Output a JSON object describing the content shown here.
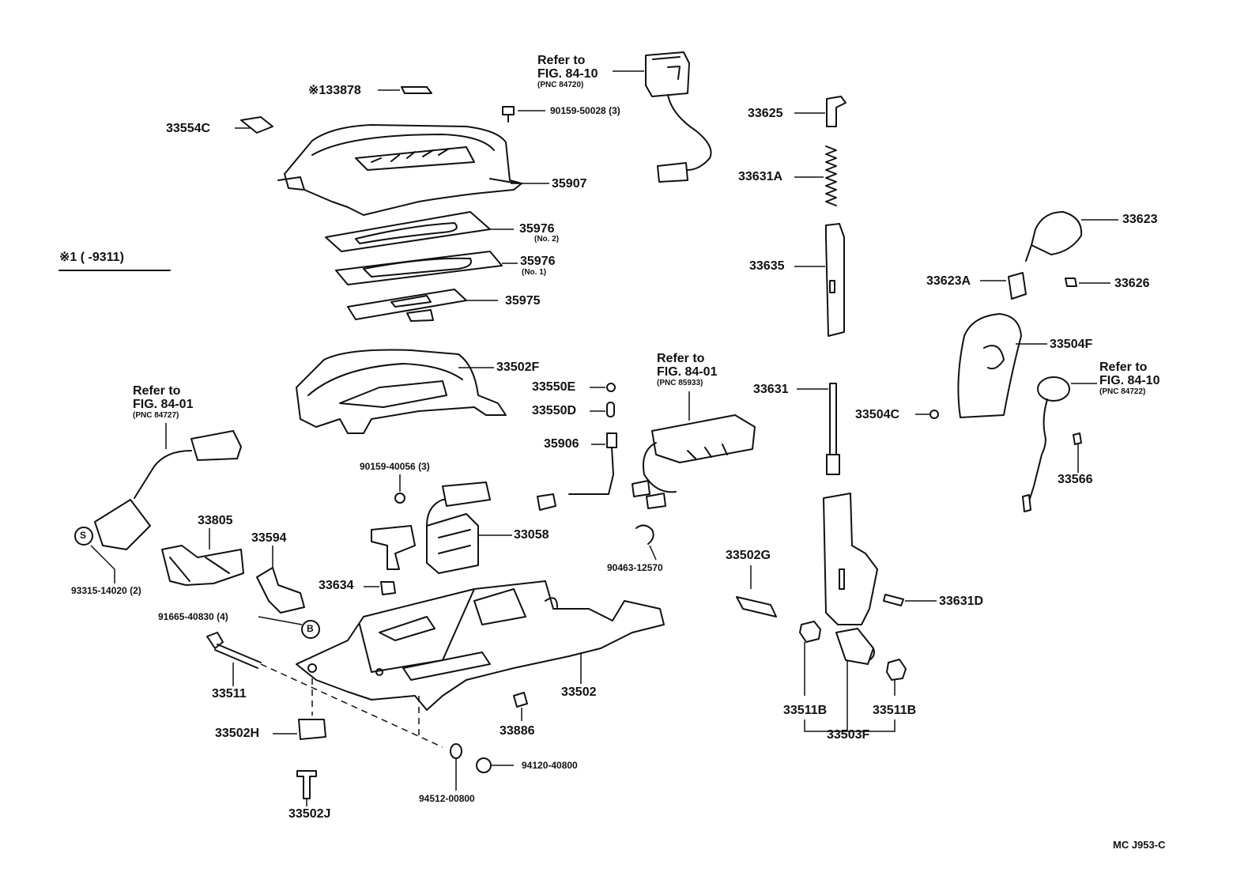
{
  "diagram": {
    "code": "MC  J953-C",
    "note": "※1 (       -9311)",
    "labels": {
      "p133878": "※133878",
      "p33554C": "33554C",
      "p9015950028": "90159-50028 (3)",
      "p35907": "35907",
      "p35976_2": "35976",
      "p35976_2_sub": "(No. 2)",
      "p35976_1": "35976",
      "p35976_1_sub": "(No. 1)",
      "p35975": "35975",
      "p33502F": "33502F",
      "p33550E": "33550E",
      "p33550D": "33550D",
      "p35906": "35906",
      "p9015940056": "90159-40056 (3)",
      "p33058": "33058",
      "p9046312570": "90463-12570",
      "p33805": "33805",
      "p33594": "33594",
      "p33634": "33634",
      "p9331514020": "93315-14020 (2)",
      "p9166540830": "91665-40830 (4)",
      "p33511": "33511",
      "p33502": "33502",
      "p33886": "33886",
      "p33502H": "33502H",
      "p33502J": "33502J",
      "p9451200800": "94512-00800",
      "p9412040800": "94120-40800",
      "p33625": "33625",
      "p33631A": "33631A",
      "p33635": "33635",
      "p33631": "33631",
      "p33623": "33623",
      "p33623A": "33623A",
      "p33626": "33626",
      "p33504F": "33504F",
      "p33504C": "33504C",
      "p33566": "33566",
      "p33502G": "33502G",
      "p33631D": "33631D",
      "p33511B_l": "33511B",
      "p33511B_r": "33511B",
      "p33503F": "33503F",
      "mark_s": "S",
      "mark_b": "B"
    },
    "refs": {
      "r1": {
        "line1": "Refer to",
        "line2": "FIG. 84-10",
        "pnc": "(PNC 84720)"
      },
      "r2": {
        "line1": "Refer to",
        "line2": "FIG. 84-01",
        "pnc": "(PNC 84727)"
      },
      "r3": {
        "line1": "Refer to",
        "line2": "FIG. 84-01",
        "pnc": "(PNC 85933)"
      },
      "r4": {
        "line1": "Refer to",
        "line2": "FIG. 84-10",
        "pnc": "(PNC 84722)"
      }
    }
  }
}
